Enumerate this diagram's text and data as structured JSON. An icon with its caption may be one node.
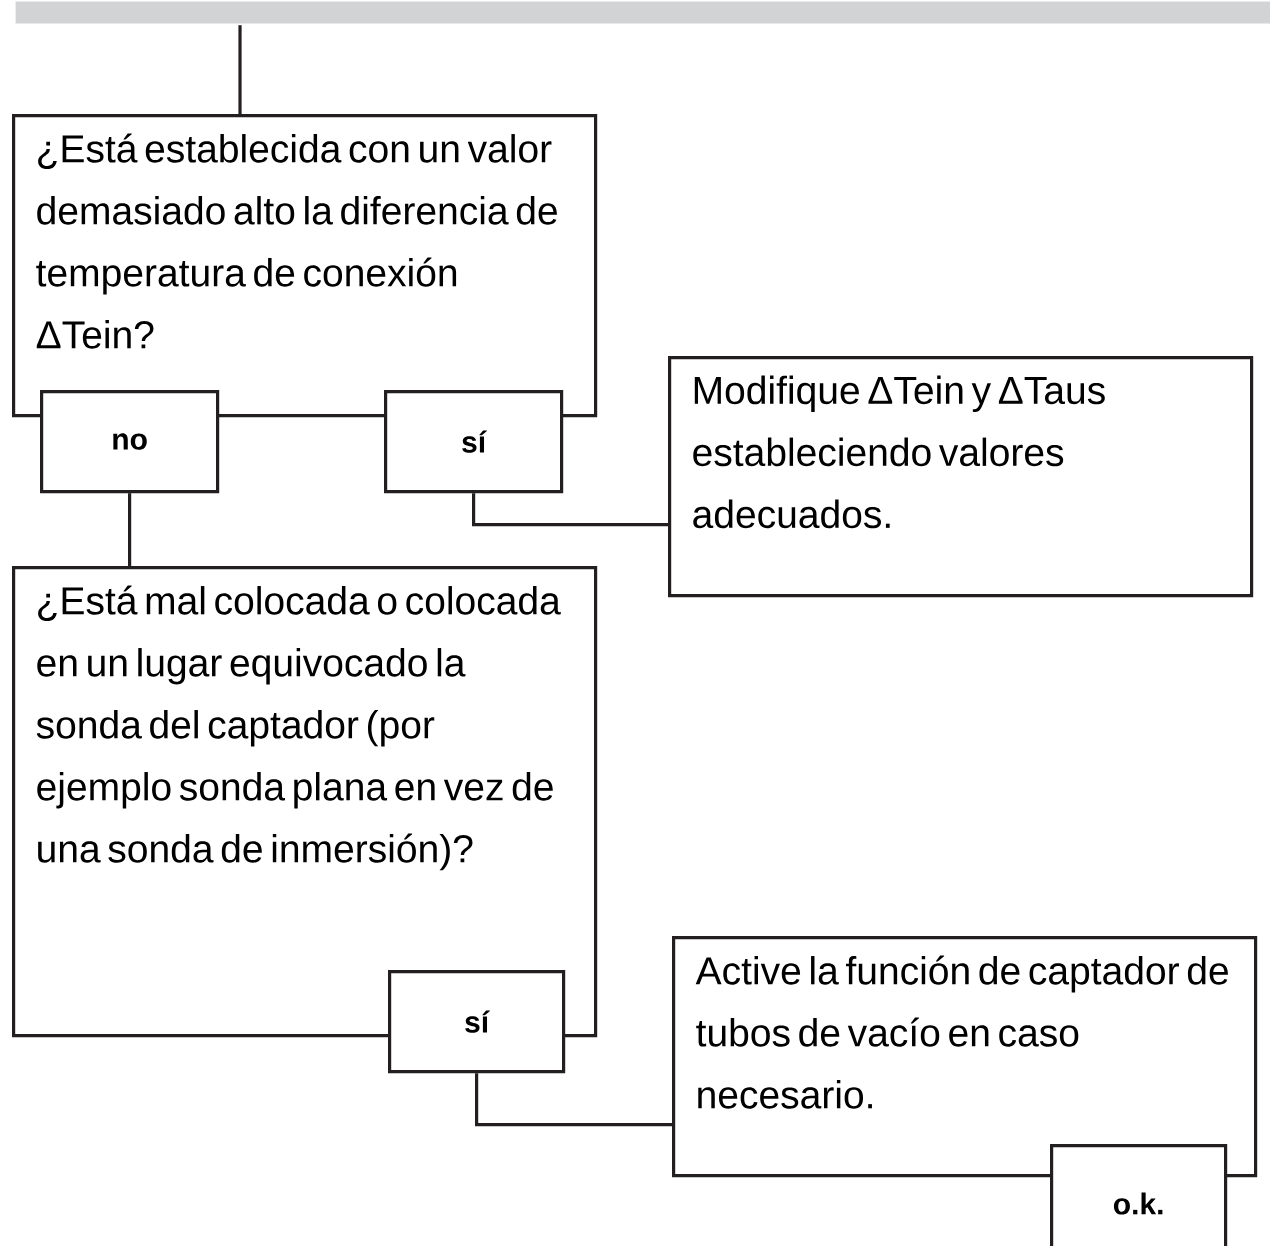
{
  "diagram": {
    "nodes": [
      {
        "text": [],
        "shape": "bar"
      },
      {
        "text": [
          "¿Está establecida con un valor demasiado alto la diferencia de temperatura de conexión ΔTein?"
        ]
      },
      {
        "text": [
          "no"
        ]
      },
      {
        "text": [
          "sí"
        ]
      },
      {
        "text": [
          "Modifique ΔTein y ΔTaus estableciendo valores adecuados."
        ]
      },
      {
        "text": [
          "¿Está mal colocada o colocada en un lugar equivocado la sonda del captador (por ejemplo sonda plana en vez de una sonda de inmersión)?"
        ]
      },
      {
        "text": [
          "sí"
        ]
      },
      {
        "text": [
          "Active la función de captador de tubos de vacío en caso necesario."
        ]
      },
      {
        "text": [
          "o.k."
        ]
      }
    ],
    "edges": [
      {
        "from": 0,
        "to": 1,
        "arrow": "none"
      },
      {
        "from": 2,
        "to": 5,
        "arrow": "none"
      },
      {
        "from": 3,
        "to": 4,
        "arrow": "none"
      },
      {
        "from": 6,
        "to": 7,
        "arrow": "none"
      }
    ]
  }
}
